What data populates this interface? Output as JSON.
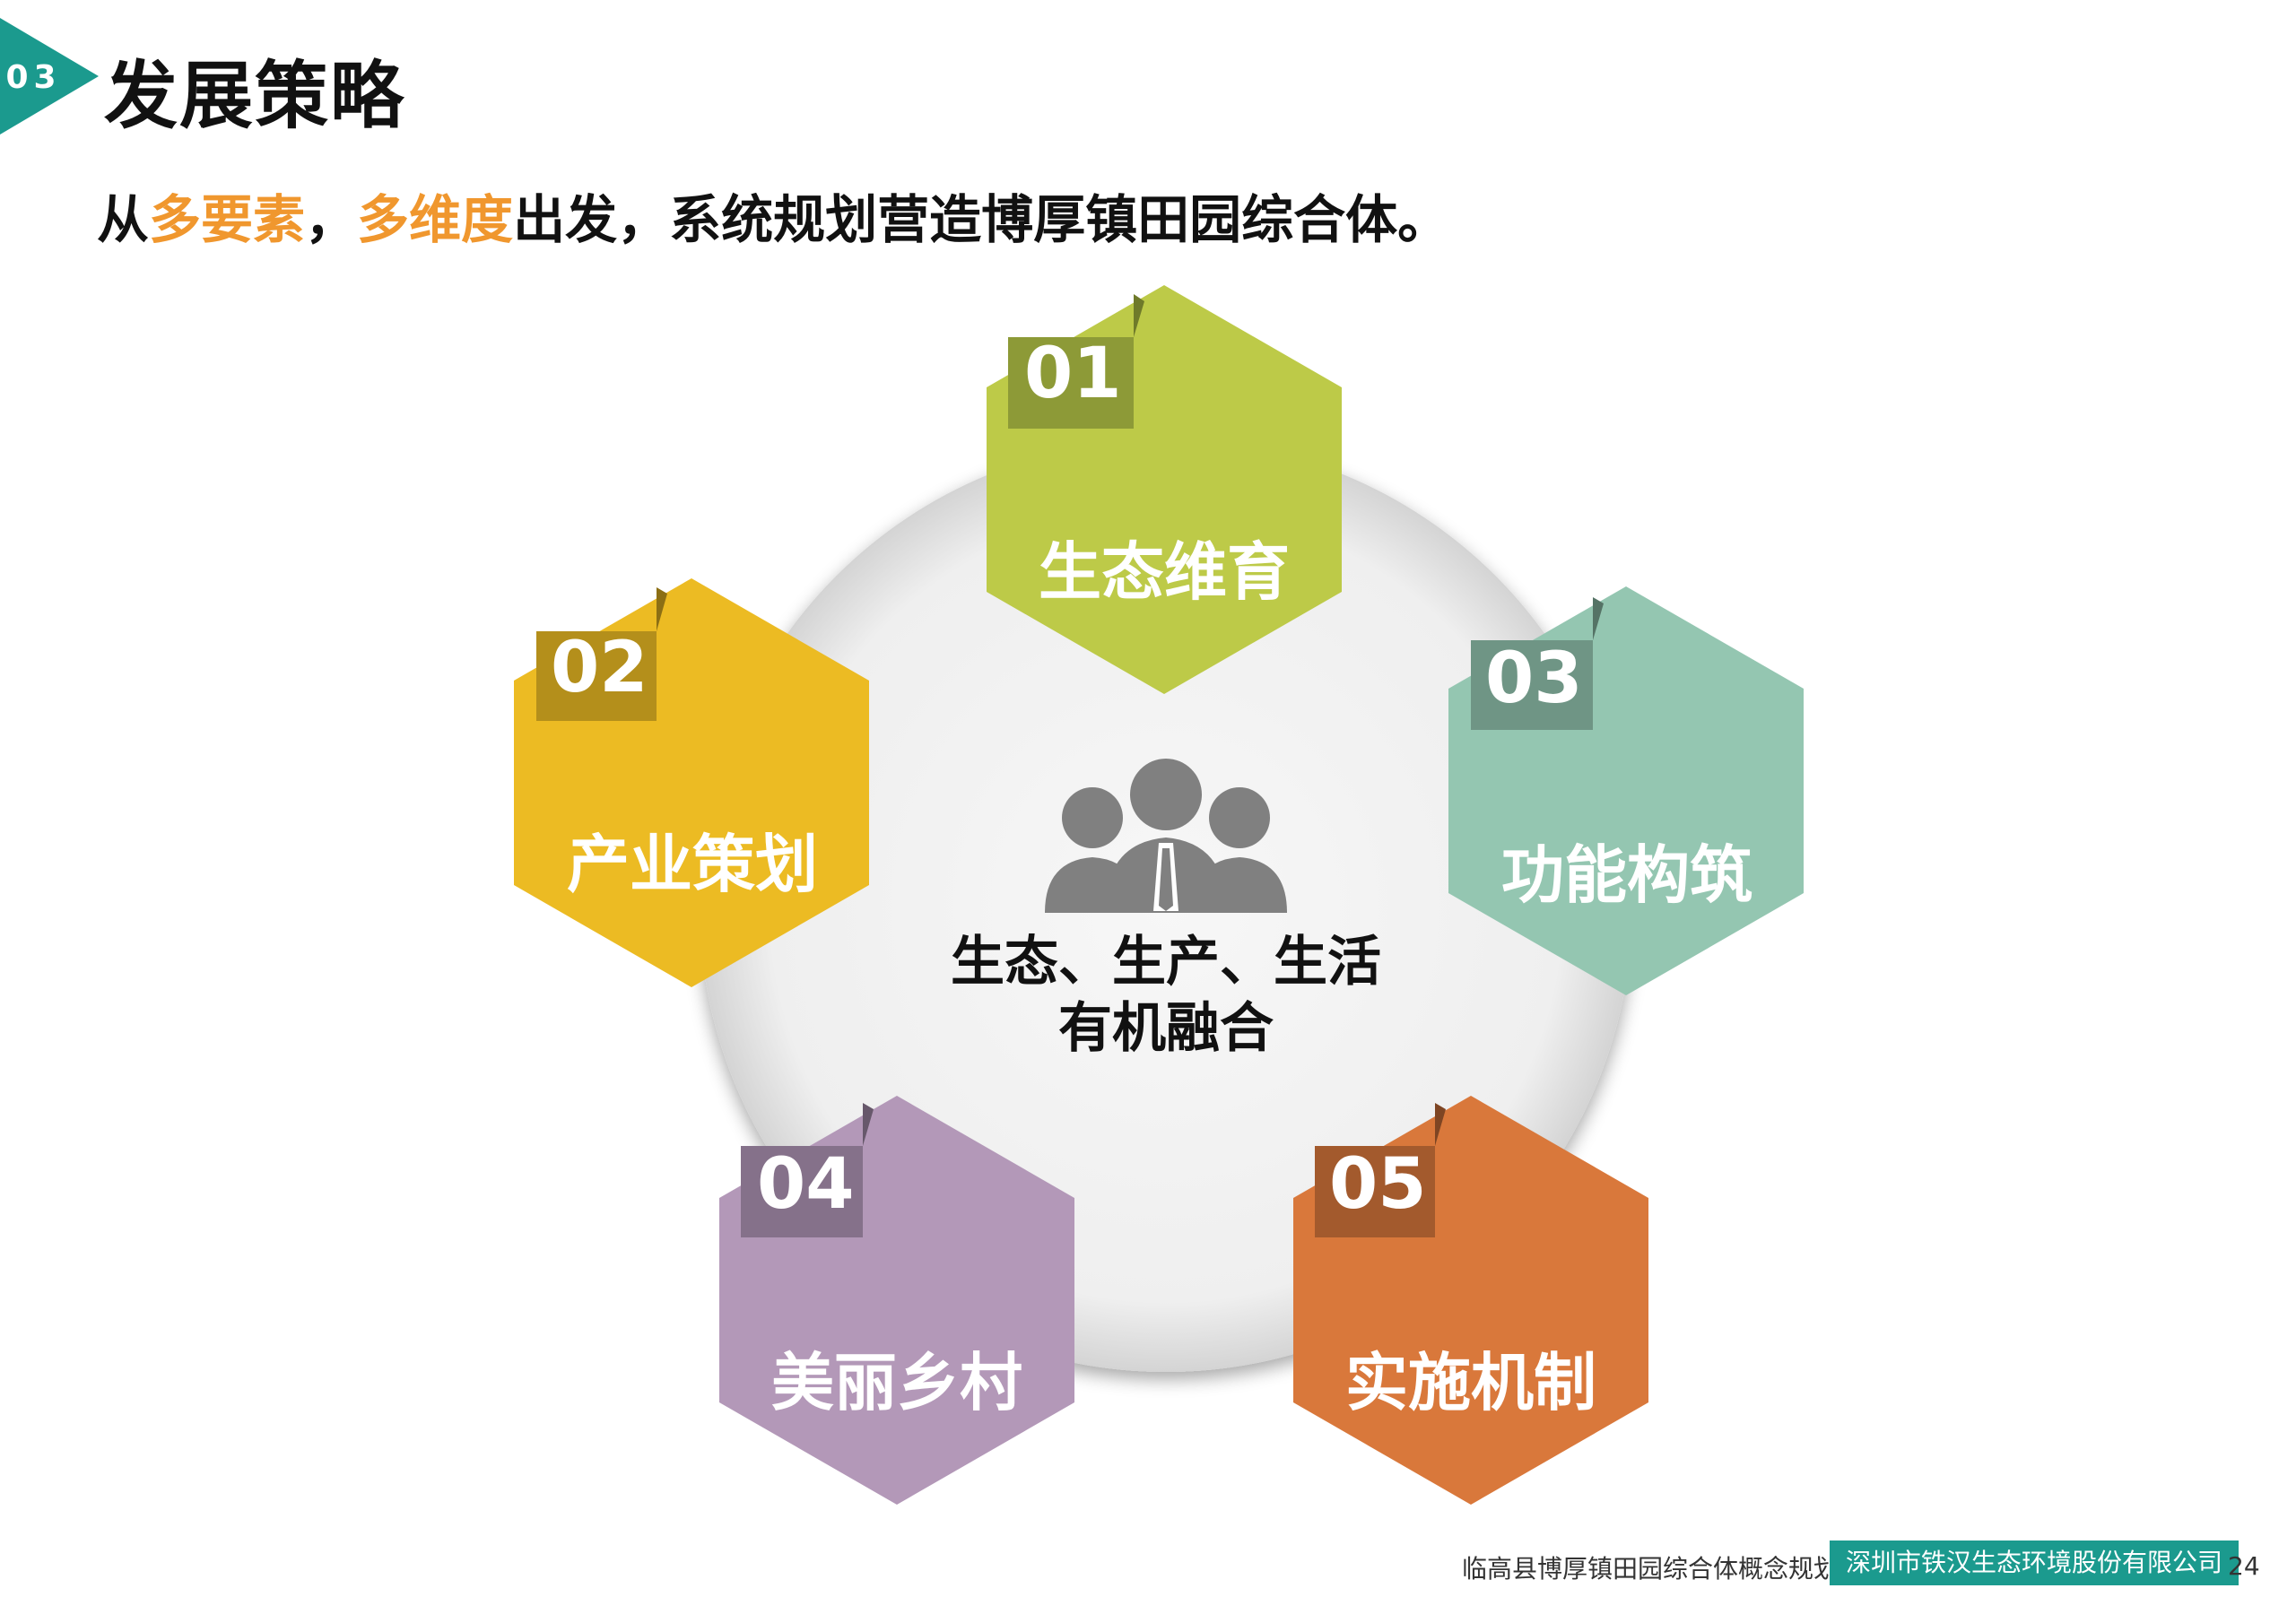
{
  "header": {
    "section_number": "03",
    "title": "发展策略"
  },
  "subtitle": {
    "part1": "从",
    "highlight1": "多要素",
    "part2": "，",
    "highlight2": "多维度",
    "part3": "出发，系统规划营造博厚镇田园综合体。"
  },
  "colors": {
    "accent_teal": "#1b9a8e",
    "highlight_orange": "#f0972e",
    "hex1": "#bdca48",
    "hex2": "#ecbb23",
    "hex3": "#94c6b1",
    "hex4": "#b398b8",
    "hex5": "#d9783b"
  },
  "center": {
    "icon": "people-group-icon",
    "line1": "生态、生产、生活",
    "line2": "有机融合"
  },
  "items": [
    {
      "number": "01",
      "label": "生态维育"
    },
    {
      "number": "02",
      "label": "产业策划"
    },
    {
      "number": "03",
      "label": "功能构筑"
    },
    {
      "number": "04",
      "label": "美丽乡村"
    },
    {
      "number": "05",
      "label": "实施机制"
    }
  ],
  "footer": {
    "document_title": "临高县博厚镇田园综合体概念规划",
    "company": "深圳市铁汉生态环境股份有限公司",
    "page_number": "24"
  }
}
